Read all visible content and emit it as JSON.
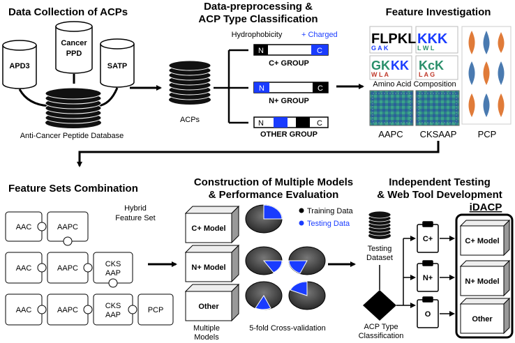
{
  "colors": {
    "blue": "#1a3cff",
    "black": "#000000",
    "green": "#2a8f6a"
  },
  "stage1": {
    "title": "Data Collection of ACPs",
    "db_apd3": "APD3",
    "db_cancer_line1": "Cancer",
    "db_cancer_line2": "PPD",
    "db_satp": "SATP",
    "caption": "Anti-Cancer Peptide Database"
  },
  "stage2": {
    "title_line1": "Data-preprocessing &",
    "title_line2": "ACP Type Classification",
    "hydrophobicity": "Hydrophobicity",
    "charged": "+ Charged",
    "acps_label": "ACPs",
    "groups": [
      {
        "left": "N",
        "right": "C",
        "name": "C+ GROUP"
      },
      {
        "left": "N",
        "right": "C",
        "name": "N+ GROUP"
      },
      {
        "left": "N",
        "right": "C",
        "name": "OTHER GROUP"
      }
    ]
  },
  "stage3": {
    "title": "Feature Investigation",
    "aa_composition": "Amino Acid Composition",
    "labels": [
      "AAPC",
      "CKSAAP",
      "PCP"
    ]
  },
  "stage4": {
    "title": "Feature Sets Combination",
    "hybrid_line1": "Hybrid",
    "hybrid_line2": "Feature Set",
    "pieces": {
      "aac": "AAC",
      "aapc": "AAPC",
      "cks_line1": "CKS",
      "cks_line2": "AAP",
      "pcp": "PCP"
    }
  },
  "stage5": {
    "title_line1": "Construction of Multiple Models",
    "title_line2": "& Performance Evaluation",
    "models": [
      "C+ Model",
      "N+ Model",
      "Other"
    ],
    "multiple_line1": "Multiple",
    "multiple_line2": "Models",
    "legend_training": "Training Data",
    "legend_testing": "Testing Data",
    "cv_label": "5-fold Cross-validation"
  },
  "stage6": {
    "title_line1": "Independent Testing",
    "title_line2": "& Web Tool Development",
    "testing_line1": "Testing",
    "testing_line2": "Dataset",
    "clipboards": [
      "C+",
      "N+",
      "O"
    ],
    "classification_line1": "ACP Type",
    "classification_line2": "Classification",
    "tool_name": "iDACP",
    "tool_models": [
      "C+ Model",
      "N+ Model",
      "Other"
    ]
  }
}
